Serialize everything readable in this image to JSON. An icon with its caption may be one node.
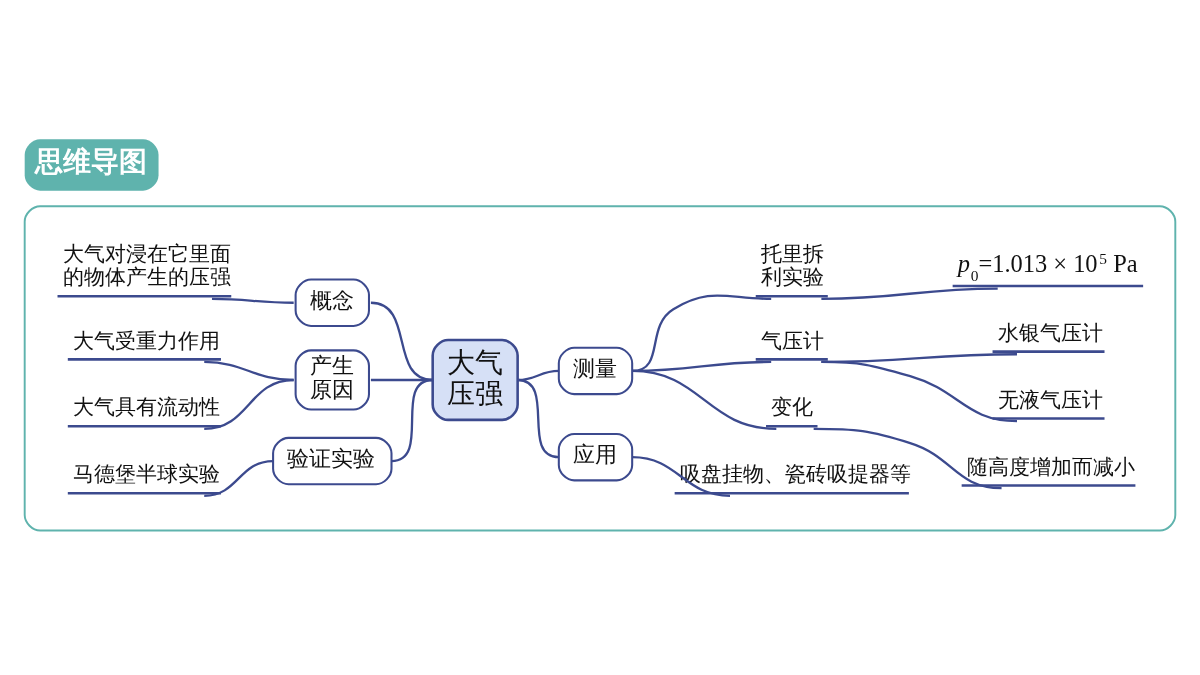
{
  "diagram": {
    "title": "思维导图",
    "nodes": [
      {
        "text": [],
        "shape": "box"
      },
      {
        "text": [
          "大气压强"
        ],
        "in": 0
      },
      {
        "text": [
          "概念"
        ],
        "in": 0
      },
      {
        "text": [
          "大气对浸在它里面的物体产生的压强"
        ],
        "in": 0
      },
      {
        "text": [
          "产生原因"
        ],
        "in": 0
      },
      {
        "text": [
          "大气受重力作用"
        ],
        "in": 0
      },
      {
        "text": [
          "大气具有流动性"
        ],
        "in": 0
      },
      {
        "text": [
          "验证实验"
        ],
        "in": 0
      },
      {
        "text": [
          "马德堡半球实验"
        ],
        "in": 0
      },
      {
        "text": [
          "测量"
        ],
        "in": 0
      },
      {
        "text": [
          "托里拆利实验"
        ],
        "in": 0
      },
      {
        "text": [
          "*p*$_{0}$=1.013 × 10$^{5}$ Pa"
        ],
        "in": 0
      },
      {
        "text": [
          "气压计"
        ],
        "in": 0
      },
      {
        "text": [
          "水银气压计"
        ],
        "in": 0
      },
      {
        "text": [
          "无液气压计"
        ],
        "in": 0
      },
      {
        "text": [
          "变化"
        ],
        "in": 0
      },
      {
        "text": [
          "随高度增加而减小"
        ],
        "in": 0
      },
      {
        "text": [
          "应用"
        ],
        "in": 0
      },
      {
        "text": [
          "吸盘挂物、瓷砖吸提器等"
        ],
        "in": 0
      }
    ],
    "edges": [
      {
        "from": 1,
        "to": 2,
        "arrow": "none"
      },
      {
        "from": 2,
        "to": 3,
        "arrow": "none"
      },
      {
        "from": 1,
        "to": 4,
        "arrow": "none"
      },
      {
        "from": 4,
        "to": 5,
        "arrow": "none"
      },
      {
        "from": 4,
        "to": 6,
        "arrow": "none"
      },
      {
        "from": 1,
        "to": 7,
        "arrow": "none"
      },
      {
        "from": 7,
        "to": 8,
        "arrow": "none"
      },
      {
        "from": 1,
        "to": 9,
        "arrow": "none"
      },
      {
        "from": 9,
        "to": 10,
        "arrow": "none"
      },
      {
        "from": 10,
        "to": 11,
        "arrow": "none"
      },
      {
        "from": 9,
        "to": 12,
        "arrow": "none"
      },
      {
        "from": 12,
        "to": 13,
        "arrow": "none"
      },
      {
        "from": 12,
        "to": 14,
        "arrow": "none"
      },
      {
        "from": 9,
        "to": 15,
        "arrow": "none"
      },
      {
        "from": 15,
        "to": 16,
        "arrow": "none"
      },
      {
        "from": 1,
        "to": 17,
        "arrow": "none"
      },
      {
        "from": 17,
        "to": 18,
        "arrow": "none"
      }
    ]
  }
}
